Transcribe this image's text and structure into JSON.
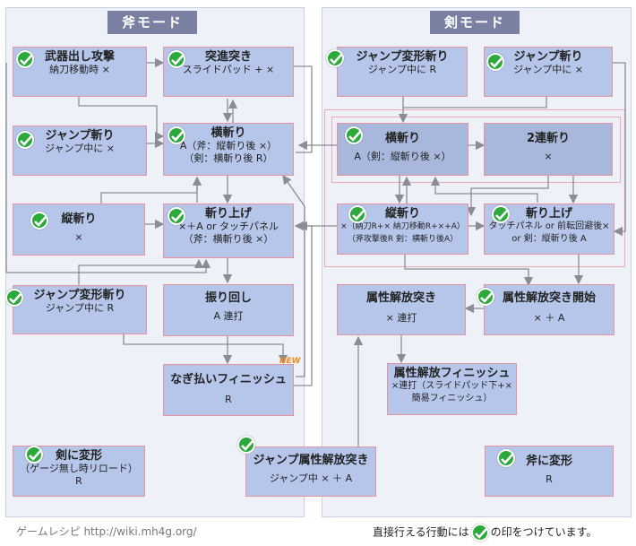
{
  "panels": {
    "axe": {
      "title": "斧モード"
    },
    "sword": {
      "title": "剣モード"
    }
  },
  "nodes": {
    "buki": {
      "line1": "武器出し攻撃",
      "line2": "納刀移動時 ×"
    },
    "tosshin": {
      "line1": "突進突き",
      "line2": "スライドパッド + ×"
    },
    "jump_axe": {
      "line1": "ジャンプ斬り",
      "line2": "ジャンプ中に ×"
    },
    "yoko_axe": {
      "line1": "横斬り",
      "line2": "A（斧：縦斬り後 ×）",
      "line3": "（剣：横斬り後 R）"
    },
    "tate_axe": {
      "line1": "縦斬り",
      "line2": "×"
    },
    "kiriage_axe": {
      "line1": "斬り上げ",
      "line2": "×＋A or タッチパネル",
      "line3": "（斧：横斬り後 ×）"
    },
    "jhenkei_axe": {
      "line1": "ジャンプ変形斬り",
      "line2": "ジャンプ中に R"
    },
    "furimawashi": {
      "line1": "振り回し",
      "line2": "A 連打"
    },
    "nagiharai": {
      "line1": "なぎ払いフィニッシュ",
      "line2": "R"
    },
    "to_sword": {
      "line1": "剣に変形",
      "line2": "（ゲージ無し時リロード）",
      "line3": "R"
    },
    "jhenkei_sw": {
      "line1": "ジャンプ変形斬り",
      "line2": "ジャンプ中に R"
    },
    "jump_sw": {
      "line1": "ジャンプ斬り",
      "line2": "ジャンプ中に ×"
    },
    "yoko_sw": {
      "line1": "横斬り",
      "line2": "A（剣：縦斬り後 ×）"
    },
    "niren": {
      "line1": "2連斬り",
      "line2": "×"
    },
    "tate_sw": {
      "line1": "縦斬り",
      "line2": "×（納刀R+× 納刀移動R+×+A）",
      "line3": "（斧攻撃後R 剣：横斬り後A）"
    },
    "kiriage_sw": {
      "line1": "斬り上げ",
      "line2": "タッチパネル or 前転回避後×",
      "line3": "or 剣：縦斬り後 A"
    },
    "zokusei": {
      "line1": "属性解放突き",
      "line2": "× 連打"
    },
    "zokusei_start": {
      "line1": "属性解放突き開始",
      "line2": "× ＋ A"
    },
    "zokusei_fin": {
      "line1": "属性解放フィニッシュ",
      "line2": "×連打（スライドパッド下+×",
      "line3": "簡易フィニッシュ）"
    },
    "jump_zokusei": {
      "line1": "ジャンプ属性解放突き",
      "line2": "ジャンプ中 × ＋ A"
    },
    "to_axe": {
      "line1": "斧に変形",
      "line2": "R"
    }
  },
  "new_badge": "NEW",
  "footer": {
    "source": "ゲームレシピ http://wiki.mh4g.org/",
    "note_before": "直接行える行動には",
    "note_after": "の印をつけています。"
  },
  "colors": {
    "node": "#b5c6ea",
    "border": "#e8929f",
    "check": "#2ba93a",
    "title": "#7a80a2"
  }
}
